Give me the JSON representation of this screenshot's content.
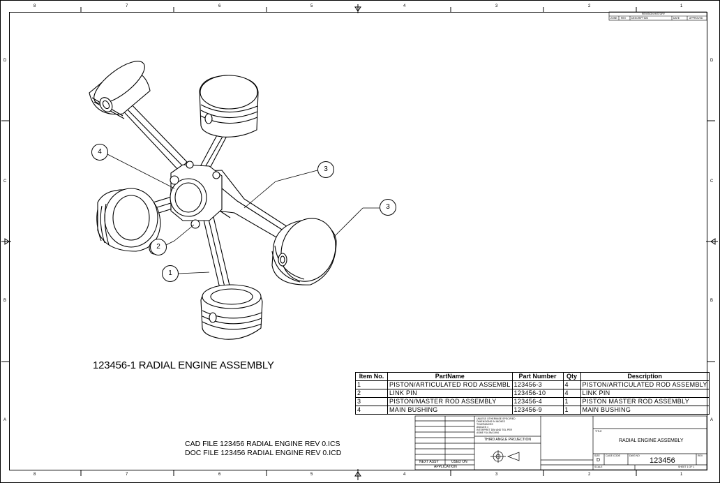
{
  "zones": {
    "top": [
      "8",
      "7",
      "6",
      "5",
      "4",
      "3",
      "2",
      "1"
    ],
    "bottom": [
      "8",
      "7",
      "6",
      "5",
      "4",
      "3",
      "2",
      "1"
    ],
    "left": [
      "D",
      "C",
      "B",
      "A"
    ],
    "right": [
      "D",
      "C",
      "B",
      "A"
    ]
  },
  "revision_block": {
    "title": "REVISION HISTORY",
    "columns": [
      "ZONE",
      "REV",
      "DESCRIPTION",
      "DATE",
      "APPROVED"
    ]
  },
  "drawing_title": "123456-1 RADIAL ENGINE ASSEMBLY",
  "cad_file": "CAD FILE 123456 RADIAL ENGINE REV 0.ICS",
  "doc_file": "DOC FILE 123456 RADIAL ENGINE REV 0.ICD",
  "balloons": [
    "1",
    "2",
    "3",
    "3",
    "4"
  ],
  "bom": {
    "headers": [
      "Item No.",
      "PartName",
      "Part Number",
      "Qty",
      "Description"
    ],
    "rows": [
      [
        "1",
        "PISTON/ARTICULATED ROD ASSEMBL",
        "123456-3",
        "4",
        "PISTON/ARTICULATED ROD ASSEMBLY"
      ],
      [
        "2",
        "LINK PIN",
        "123456-10",
        "4",
        "LINK PIN"
      ],
      [
        "3",
        "PISTON/MASTER ROD ASSEMBLY",
        "123456-4",
        "1",
        "PISTON MASTER ROD ASSEMBLY"
      ],
      [
        "4",
        "MAIN BUSHING",
        "123456-9",
        "1",
        "MAIN BUSHING"
      ]
    ]
  },
  "title_block": {
    "next_assy": "NEXT ASSY",
    "used_on": "USED ON",
    "application": "APPLICATION",
    "projection": "THIRD ANGLE PROJECTION",
    "notes": [
      "UNLESS OTHERWISE SPECIFIED",
      "DIMENSIONS IN INCHES",
      "TOLERANCES",
      "ANGLES ±",
      "INTERPRET DIM AND TOL PER",
      "ASME Y14.5M-1994"
    ],
    "title_label": "TITLE",
    "title": "RADIAL ENGINE ASSEMBLY",
    "size_label": "SIZE",
    "size": "D",
    "cage_label": "CAGE CODE",
    "dwg_label": "DWG NO",
    "dwg_no": "123456",
    "rev_label": "REV",
    "scale_label": "SCALE",
    "sheet": "SHEET 1 OF 1"
  }
}
